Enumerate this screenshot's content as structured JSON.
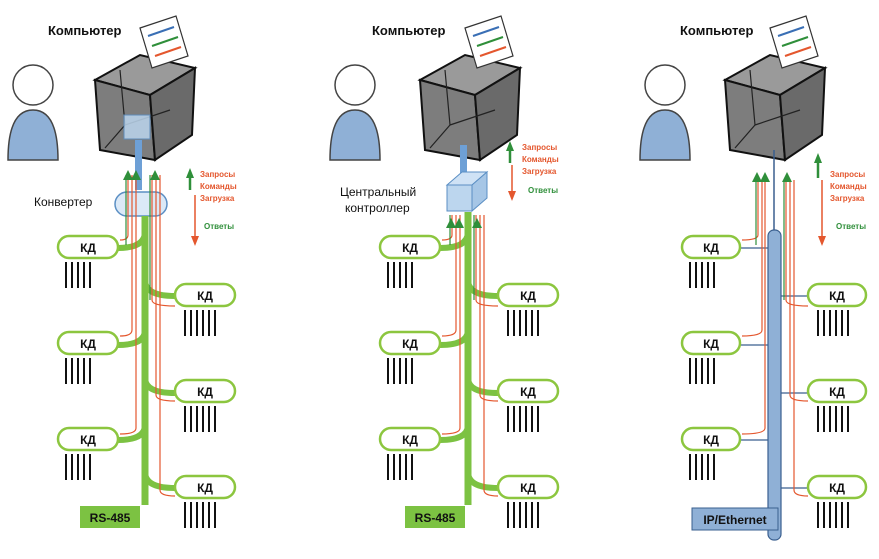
{
  "colors": {
    "bus_green": "#7cc242",
    "kd_border": "#8cc63f",
    "request_orange": "#e4572e",
    "response_green": "#2f8f3a",
    "person_blue": "#8fb0d6",
    "converter_blue": "#bcd6ee",
    "ethernet_blue": "#8fb0d6"
  },
  "panels": [
    {
      "computer_label": "Компьютер",
      "mid_label": "Конвертер",
      "legend": {
        "requests": "Запросы",
        "commands": "Команды",
        "upload": "Загрузка",
        "responses": "Ответы"
      },
      "kd_label": "КД",
      "bus_label": "RS-485"
    },
    {
      "computer_label": "Компьютер",
      "mid_label": [
        "Центральный",
        "контроллер"
      ],
      "legend": {
        "requests": "Запросы",
        "commands": "Команды",
        "upload": "Загрузка",
        "responses": "Ответы"
      },
      "kd_label": "КД",
      "bus_label": "RS-485"
    },
    {
      "computer_label": "Компьютер",
      "legend": {
        "requests": "Запросы",
        "commands": "Команды",
        "upload": "Загрузка",
        "responses": "Ответы"
      },
      "kd_label": "КД",
      "bus_label": "IP/Ethernet"
    }
  ]
}
